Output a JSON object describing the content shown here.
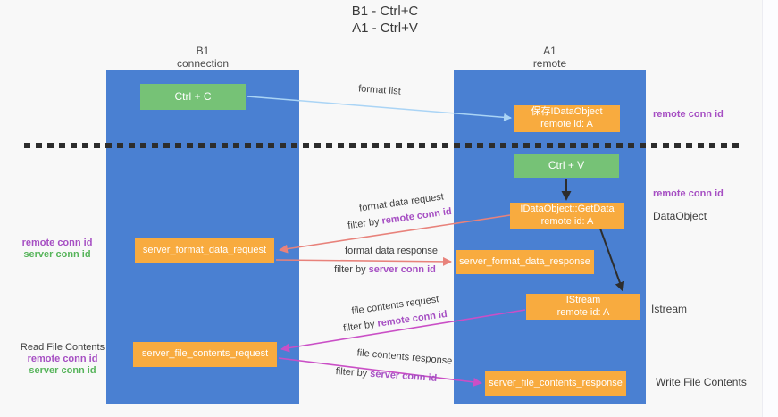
{
  "title": {
    "line1": "B1 - Ctrl+C",
    "line2": "A1 - Ctrl+V"
  },
  "columns": {
    "left": {
      "name": "B1",
      "role": "connection"
    },
    "right": {
      "name": "A1",
      "role": "remote"
    }
  },
  "nodes": {
    "ctrl_c": {
      "label": "Ctrl + C"
    },
    "ctrl_v": {
      "label": "Ctrl + V"
    },
    "save_dataobject": {
      "line1": "保存IDataObject",
      "line2": "remote id: A"
    },
    "getdata": {
      "line1": "IDataObject::GetData",
      "line2": "remote id: A"
    },
    "istream": {
      "line1": "IStream",
      "line2": "remote id: A"
    },
    "format_request": {
      "label": "server_format_data_request"
    },
    "format_response": {
      "label": "server_format_data_response"
    },
    "file_request": {
      "label": "server_file_contents_request"
    },
    "file_response": {
      "label": "server_file_contents_response"
    }
  },
  "flow_labels": {
    "format_list": "format list",
    "format_data_request": "format data request",
    "format_data_response": "format data response",
    "file_contents_request": "file contents request",
    "file_contents_response": "file contents response",
    "filter_by": "filter by",
    "remote_conn_id": "remote conn id",
    "server_conn_id": "server conn id"
  },
  "side_labels": {
    "left_format_remote": "remote conn id",
    "left_format_server": "server conn id",
    "read_file_contents": "Read File Contents",
    "left_file_remote": "remote conn id",
    "left_file_server": "server conn id",
    "right_top_remote": "remote conn id",
    "right_mid_remote": "remote conn id",
    "dataobject": "DataObject",
    "istream": "Istream",
    "write_file_contents": "Write File Contents"
  },
  "colors": {
    "column_blue": "#4a80d2",
    "node_orange": "#f8ab3f",
    "node_green": "#76c276",
    "arrow_salmon": "#e8827b",
    "arrow_magenta": "#ca4fc6",
    "arrow_lightblue": "#aad4f5",
    "arrow_black": "#2d2d2d",
    "text_purple": "#a64fc3",
    "text_green": "#56b45a"
  }
}
